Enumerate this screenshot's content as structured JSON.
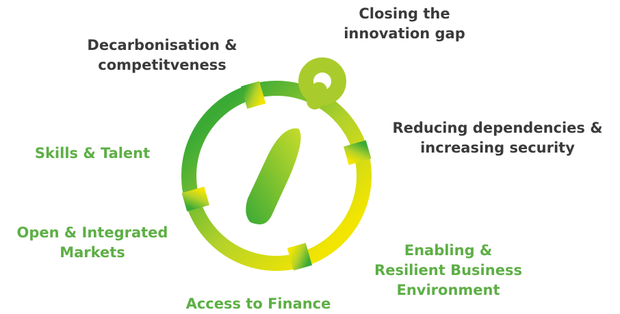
{
  "labels": {
    "innovation": "Closing the\ninnovation gap",
    "decarbonisation": "Decarbonisation &\ncompetitveness",
    "dependencies": "Reducing dependencies &\nincreasing security",
    "skills": "Skills & Talent",
    "markets": "Open & Integrated\nMarkets",
    "business": "Enabling &\nResilient Business\nEnvironment",
    "finance": "Access to Finance"
  },
  "icon": "compass-icon",
  "colors": {
    "dark_text": "#3a3a3a",
    "green_text": "#5daf45",
    "gradient_start": "#3aaa35",
    "gradient_end": "#f2e500"
  }
}
